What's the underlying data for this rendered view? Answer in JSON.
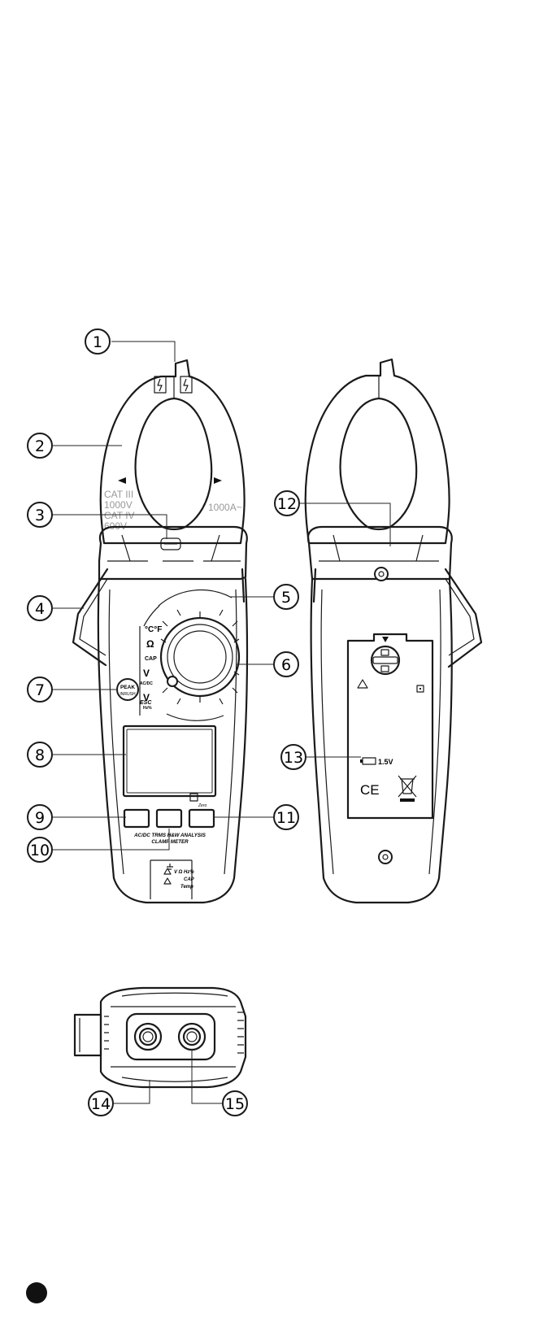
{
  "callouts": [
    "1",
    "2",
    "3",
    "4",
    "5",
    "6",
    "7",
    "8",
    "9",
    "10",
    "11",
    "12",
    "13",
    "14",
    "15"
  ],
  "front_jaw": {
    "cat1": "CAT III",
    "cat1_volt": "1000V",
    "cat2": "CAT IV",
    "cat2_volt": "600V",
    "rating": "1000A~"
  },
  "dial": {
    "temp_label": "°C°F",
    "ohm_label": "Ω",
    "cap_label": "CAP",
    "v_ac_dc": "V",
    "v_ac_dc_sub": "AC/DC",
    "v_hz": "V",
    "v_hz_sub": "Hz%"
  },
  "peak_button": {
    "line1": "PEAK",
    "line2": "INRUSH"
  },
  "esc_label": "ESC",
  "zero_label": "Zero",
  "model_line1": "AC/DC TRMS H&W ANALYSIS",
  "model_line2": "CLAMP METER",
  "terminal_labels": {
    "line1": "V Ω Hz%",
    "line2": "CAP",
    "line3": "Temp"
  },
  "battery_label": "1.5V",
  "ce_mark": "CE",
  "icons": [
    "warning-icon",
    "double-insulation-icon",
    "battery-icon",
    "weee-bin-icon",
    "lock-icon",
    "unlock-icon",
    "lightning-icon"
  ]
}
